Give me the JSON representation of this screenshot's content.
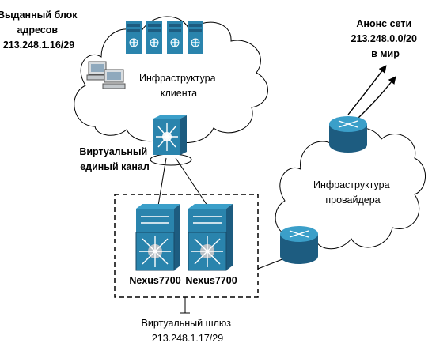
{
  "labels": {
    "client_block": [
      "Выданный блок",
      "адресов",
      "213.248.1.16/29"
    ],
    "announce": [
      "Анонс сети",
      "213.248.0.0/20",
      "в мир"
    ],
    "client_infra": [
      "Инфраструктура",
      "клиента"
    ],
    "virtual_channel": [
      "Виртуальный",
      "единый канал"
    ],
    "provider_infra": [
      "Инфраструктура",
      "провайдера"
    ],
    "switch_a": "Nexus7700",
    "switch_b": "Nexus7700",
    "virtual_gateway": [
      "Виртуальный шлюз",
      "213.248.1.17/29"
    ]
  },
  "colors": {
    "device_dark": "#1d5c80",
    "device_mid": "#2a84ad",
    "device_light": "#3b9fc9",
    "line": "#000000"
  },
  "icons": [
    "server-rack-icon",
    "workstation-icon",
    "multilayer-switch-icon",
    "nexus-switch-icon",
    "router-icon",
    "announce-arrow-icon"
  ]
}
